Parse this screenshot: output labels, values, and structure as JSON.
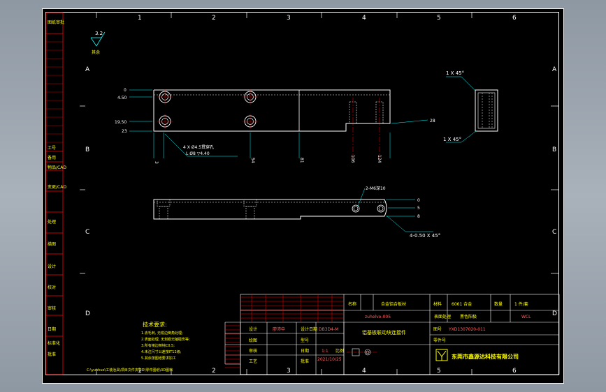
{
  "frame": {
    "column_labels": [
      "1",
      "2",
      "3",
      "4",
      "5",
      "6"
    ],
    "row_labels": [
      "A",
      "B",
      "C",
      "D"
    ]
  },
  "left_strip": {
    "items": [
      "图纸审批",
      "工号",
      "备用",
      "物品/CAD",
      "变更/CAD",
      "处理",
      "描图",
      "设计",
      "校对",
      "审核",
      "日期",
      "批准",
      "标准化"
    ]
  },
  "surface": {
    "value": "3.2",
    "note": "其余"
  },
  "view_top": {
    "dims_left": [
      "0",
      "4.50",
      "19.50",
      "23"
    ],
    "hole_callout": [
      "4 X Ø4.5贯穿孔",
      "L Ø8 ▽4.40"
    ],
    "dim_right": "28",
    "dims_bottom": [
      "3",
      "54",
      "81",
      "106",
      "124"
    ]
  },
  "view_side": {
    "chamfer_top": "1 X 45°",
    "chamfer_bottom": "1 X 45°"
  },
  "view_front": {
    "thread_callout": "2-M6深10",
    "dims_right": [
      "0",
      "5",
      "8"
    ],
    "chamfer_callout": "4-0.50 X 45°"
  },
  "tech_notes": {
    "title": "技术要求:",
    "lines": [
      "1.去毛刺, 无锐边倒角处理;",
      "2.表面处理, 无划痕无磕碰伤等;",
      "3.所有棱边倒钝C0.5;",
      "4.未注尺寸公差按IT12级;",
      "5.其余按图纸要求加工"
    ]
  },
  "file_path": "C:\\yuhhuo\\工装治具\\项目文件夹\\2D\\零件图纸\\3D图档",
  "title_block": {
    "material_label": "名称",
    "material_value": "合金铝合板材",
    "weight_label": "材料",
    "weight_value": "6061 合金",
    "qty_label": "数量",
    "qty_value": "1 件/套",
    "project_value": "zuhelvo-005",
    "surface_label": "表面处理",
    "surface_value": "黑色阳极",
    "scale_value": "WCL",
    "part_name": "铝基板联动块连接件",
    "drawing_no_label": "图号",
    "drawing_no_value": "YXD1307020-011",
    "row_labels": [
      "设计",
      "绘图",
      "审核",
      "工艺"
    ],
    "designer": "廖沛中",
    "date_label": "设计日期",
    "model_label": "型号",
    "model_value": "DB3D4-M",
    "designer_date_label": "日期",
    "sheet_label": "比例",
    "sheet_value": "1:1",
    "date_value": "2021/10/25",
    "approve_label": "批准",
    "part_label": "零件号",
    "company": "东莞市鑫源达科技有限公司"
  }
}
